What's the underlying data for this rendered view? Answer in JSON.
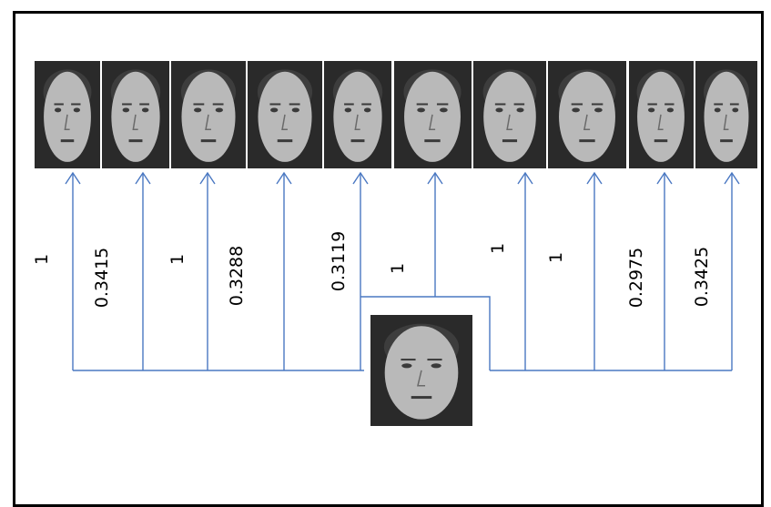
{
  "gallery": {
    "images": [
      {
        "label": "face image 1",
        "score": "1"
      },
      {
        "label": "face image 2",
        "score": "0.3415"
      },
      {
        "label": "face image 3",
        "score": "1"
      },
      {
        "label": "face image 4",
        "score": "0.3288"
      },
      {
        "label": "face image 5",
        "score": "0.3119"
      },
      {
        "label": "face image 6",
        "score": "1"
      },
      {
        "label": "face image 7",
        "score": "1"
      },
      {
        "label": "face image 8",
        "score": "1"
      },
      {
        "label": "face image 9",
        "score": "0.2975"
      },
      {
        "label": "face image 10",
        "score": "0.3425"
      }
    ]
  },
  "query": {
    "label": "query face image"
  },
  "colors": {
    "connector": "#4a78c2",
    "frame": "#000000",
    "photo_background": "#2a2a2a"
  }
}
